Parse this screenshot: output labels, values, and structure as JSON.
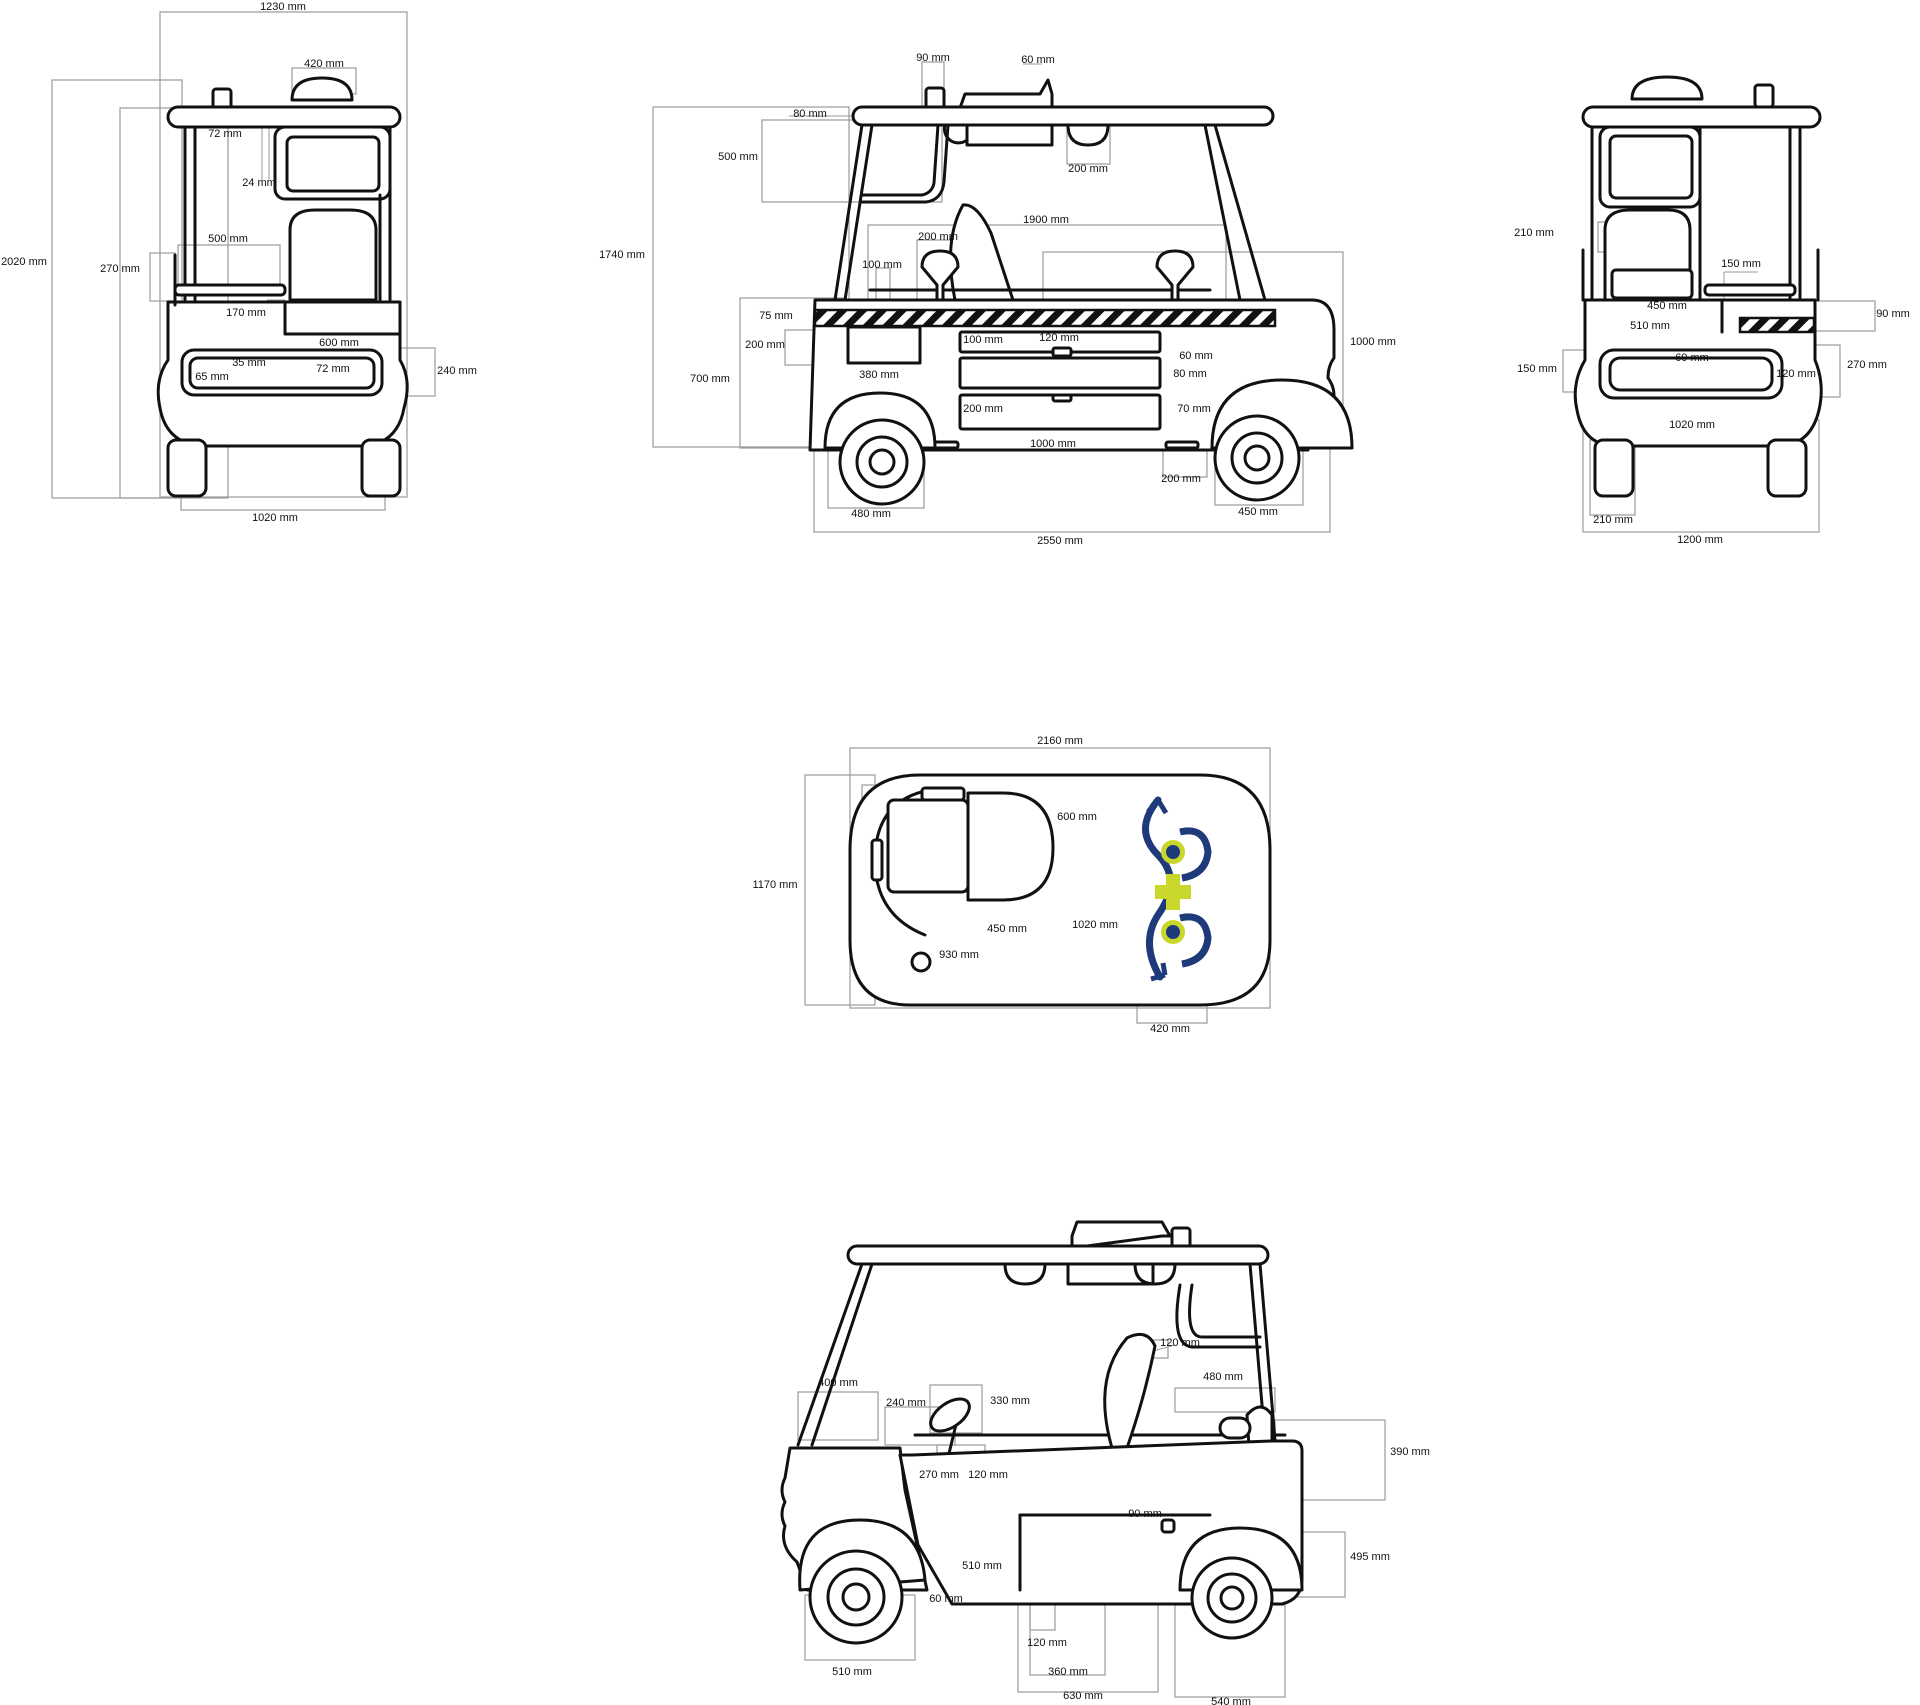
{
  "colors": {
    "outline": "#111111",
    "dimension_line": "#9a9a9a",
    "logo_blue": "#1e3a7a",
    "logo_cross": "#c9d62b",
    "background": "#ffffff"
  },
  "views": {
    "front": {
      "labels": [
        "1230 mm",
        "420 mm",
        "72 mm",
        "24 mm",
        "2020 mm",
        "500 mm",
        "270 mm",
        "170 mm",
        "600 mm",
        "35 mm",
        "72 mm",
        "65 mm",
        "240 mm",
        "1020 mm"
      ]
    },
    "side_right": {
      "labels": [
        "90 mm",
        "60 mm",
        "80 mm",
        "500 mm",
        "200 mm",
        "1740 mm",
        "1900 mm",
        "200 mm",
        "100 mm",
        "75 mm",
        "200 mm",
        "100 mm",
        "120 mm",
        "60 mm",
        "80 mm",
        "700 mm",
        "380 mm",
        "200 mm",
        "70 mm",
        "1000 mm",
        "1000 mm",
        "200 mm",
        "480 mm",
        "450 mm",
        "2550 mm"
      ]
    },
    "rear": {
      "labels": [
        "210 mm",
        "150 mm",
        "450 mm",
        "510 mm",
        "90 mm",
        "60 mm",
        "150 mm",
        "120 mm",
        "270 mm",
        "1020 mm",
        "210 mm",
        "1200 mm"
      ]
    },
    "top": {
      "labels": [
        "2160 mm",
        "600 mm",
        "1170 mm",
        "450 mm",
        "1020 mm",
        "930 mm",
        "420 mm"
      ]
    },
    "side_left": {
      "labels": [
        "120 mm",
        "400 mm",
        "240 mm",
        "330 mm",
        "480 mm",
        "390 mm",
        "270 mm",
        "120 mm",
        "90 mm",
        "510 mm",
        "60 mm",
        "495 mm",
        "120 mm",
        "510 mm",
        "360 mm",
        "630 mm",
        "540 mm"
      ]
    }
  }
}
